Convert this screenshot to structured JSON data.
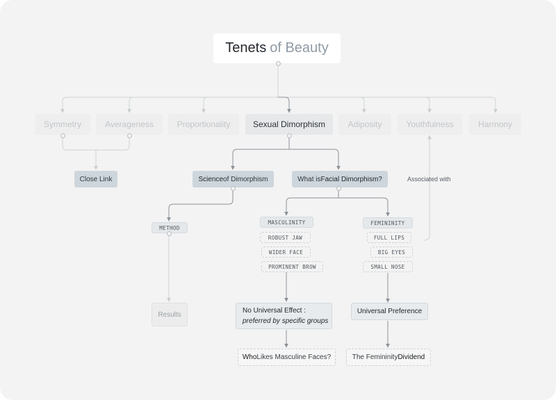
{
  "title": {
    "main": "Tenets",
    "rest": "of Beauty"
  },
  "tenets": [
    {
      "label": "Symmetry"
    },
    {
      "label": "Averageness"
    },
    {
      "label": "Proportionality"
    },
    {
      "label": "Sexual Dimorphism"
    },
    {
      "label": "Adiposity"
    },
    {
      "label": "Youthfulness"
    },
    {
      "label": "Harmony"
    }
  ],
  "close_link": "Close Link",
  "associated_with": "Associated with",
  "science": {
    "pre": "Science",
    "rest": " of Dimorphism"
  },
  "facial": {
    "pre": "What is ",
    "bold": "Facial Dimorphism?"
  },
  "method": "METHOD",
  "results": "Results",
  "masculinity": {
    "head": "MASCULINITY",
    "traits": [
      "ROBUST JAW",
      "WIDER FACE",
      "PROMINENT BROW"
    ]
  },
  "femininity": {
    "head": "FEMININITY",
    "traits": [
      "FULL LIPS",
      "BIG EYES",
      "SMALL NOSE"
    ]
  },
  "no_universal": {
    "line1": "No Universal Effect :",
    "line2": "preferred by specific groups"
  },
  "universal_pref": "Universal Preference",
  "who_likes": {
    "bold": "Who",
    "rest": " Likes Masculine Faces?"
  },
  "femininity_dividend": {
    "pre": "The Femininity ",
    "bold": "Dividend"
  }
}
